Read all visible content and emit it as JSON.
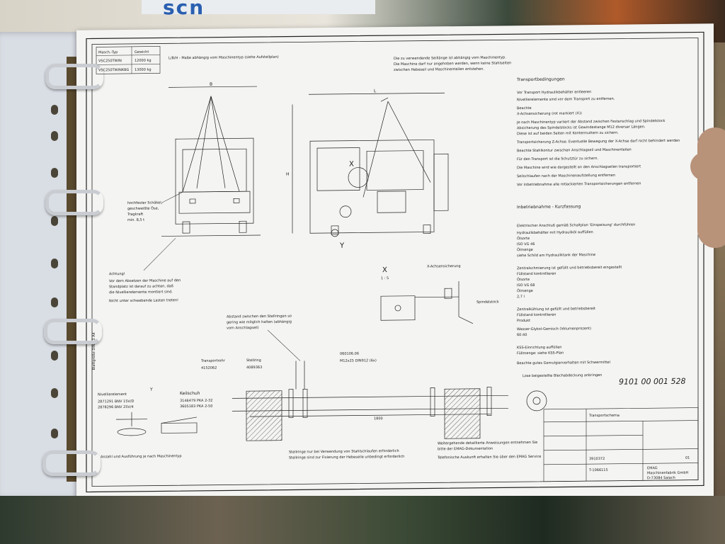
{
  "top_fragment": "scn",
  "type_table": {
    "headers": [
      "Masch.-Typ",
      "Gewicht"
    ],
    "rows": [
      [
        "VSC250TWIN",
        "12000 kg"
      ],
      [
        "VSC250TWINKBG",
        "13000 kg"
      ]
    ]
  },
  "dimension_note": "L/B/H - Maße abhängig vom Maschinentyp (siehe Aufstellplan)",
  "sling_note": [
    "Die zu verwendende Seillänge ist abhängig vom Maschinentyp.",
    "Die Maschine darf nur angehoben werden, wenn keine Stahlseiten",
    "zwischen Hebeseil und Maschinenteilen entstehen."
  ],
  "label_B": "B",
  "label_L": "L",
  "label_H": "H",
  "label_X": "X",
  "label_Y": "Y",
  "shackle_note": [
    "hochfester Schäkel,",
    "geschweißte Öse,",
    "Tragkraft",
    "min. 8,5 t"
  ],
  "warning_note": [
    "Achtung!",
    "Vor dem Absetzen der Maschine auf den",
    "Standplatz ist darauf zu achten, daß",
    "die Nivellierelemente montiert sind.",
    "Nicht unter schwebende Lasten treten!"
  ],
  "detail_x": {
    "title": "X",
    "scale": "1 : 5",
    "caption": "X-Achsensicherung",
    "spindle": "Spindelstock"
  },
  "transport": {
    "heading": "Transportbedingungen",
    "lines": [
      "Vor Transport Hydraulikbehälter entleeren",
      "Nivellierelemente sind vor dem Transport zu entfernen.",
      "Beachte",
      "X-Achsensicherung (rot markiert (X))",
      "Je nach Maschinentyp variiert der Abstand zwischen Festanschlag und Spindelstock",
      "Absicherung des Spindelstocks ist Gewindestange M12 diverser Längen.",
      "Diese ist auf beiden Seiten mit Kontermuttern zu sichern.",
      "Transportsicherung Z-Achse: Eventuelle Bewegung der X-Achse darf nicht behindert werden",
      "Beachte Stahlkontur zwischen Anschlagseil und Maschinenteilen",
      "Für den Transport ist die Schutztür zu sichern.",
      "Die Maschine wird wie dargestellt an den Anschlagseilen transportiert",
      "Seilschlaufen nach der Maschinenaufstellung entfernen",
      "Vor Inbetriebnahme alle rotlackierten Transportsicherungen entfernen"
    ]
  },
  "startup": {
    "heading": "Inbetriebnahme - Kurzfassung",
    "lines": [
      "Elektrischer Anschluß gemäß Schaltplan 'Einspeisung' durchführen",
      "Hydraulikbehälter mit Hydrauliköl auffüllen",
      "Ölsorte",
      "ISO VG 46",
      "Ölmenge",
      "siehe Schild am Hydrauliktank der Maschine",
      "Zentralschmierung ist gefüllt und betriebsbereit eingestellt",
      "Füllstand kontrollieren",
      "Ölsorte",
      "ISO VG 68",
      "Ölmenge",
      "2,7 l",
      "Zentralkühlung ist gefüllt und betriebsbereit",
      "Füllstand kontrollieren",
      "Produkt",
      "Wasser-Glykol-Gemisch (Volumenprozent)",
      "60:40",
      "KSS-Einrichtung auffüllen",
      "Füllmenge: siehe KSS-Plan",
      "Beachte gutes Gemulgierverhalten mit Schwermittel",
      "Lose beigestellte Blechabdeckung anbringen"
    ]
  },
  "handwritten_code": "9101 00 001 528",
  "nivellier": {
    "title": "Nivellierelement",
    "lines": [
      "2871291 BNV 15V/D",
      "2878296 BNV 25V/4"
    ]
  },
  "keilschuh": {
    "title": "Keilschuh",
    "lines": [
      "3146479 PKA 2-32",
      "3605183 PKA 2-50"
    ]
  },
  "anzahl_note": "Anzahl und Ausführung je nach Maschinentyp",
  "abstand_note": [
    "Abstand zwischen den Stellringen so",
    "gering wie möglich halten (abhängig",
    "vom Anschlagseil)"
  ],
  "transportrohr": {
    "label": "Transportrohr",
    "number": "4152062"
  },
  "stellring": {
    "label": "Stellring",
    "number": "4089363"
  },
  "bolt_spec": [
    "060106.06",
    "M12x25 DIN912 (6x)"
  ],
  "dim_1800": "1800",
  "stellring_note": [
    "Stellringe nur bei Verwendung von Stahlschlaufen erforderlich",
    "Stellringe sind zur Fixierung der Hebeseile unbedingt erforderlich"
  ],
  "further_info": [
    "Weitergehende detaillierte Anweisungen entnehmen Sie",
    "bitte der EMAG-Dokumentation",
    "Telefonische Auskunft erhalten Sie über den EMAG Service"
  ],
  "title_block": {
    "title": "Transportschema",
    "company": [
      "EMAG",
      "Maschinenfabrik GmbH",
      "D-73084 Salach"
    ],
    "drawing_no": "3910372",
    "series": "T-1066115",
    "sheet": "01"
  },
  "side_stamp": "Blattgröße DIN A3 A4",
  "colors": {
    "paper": "#f4f4f2",
    "ink": "#222222",
    "desk": "#7a6a52",
    "ring": "#c9ccd1"
  }
}
